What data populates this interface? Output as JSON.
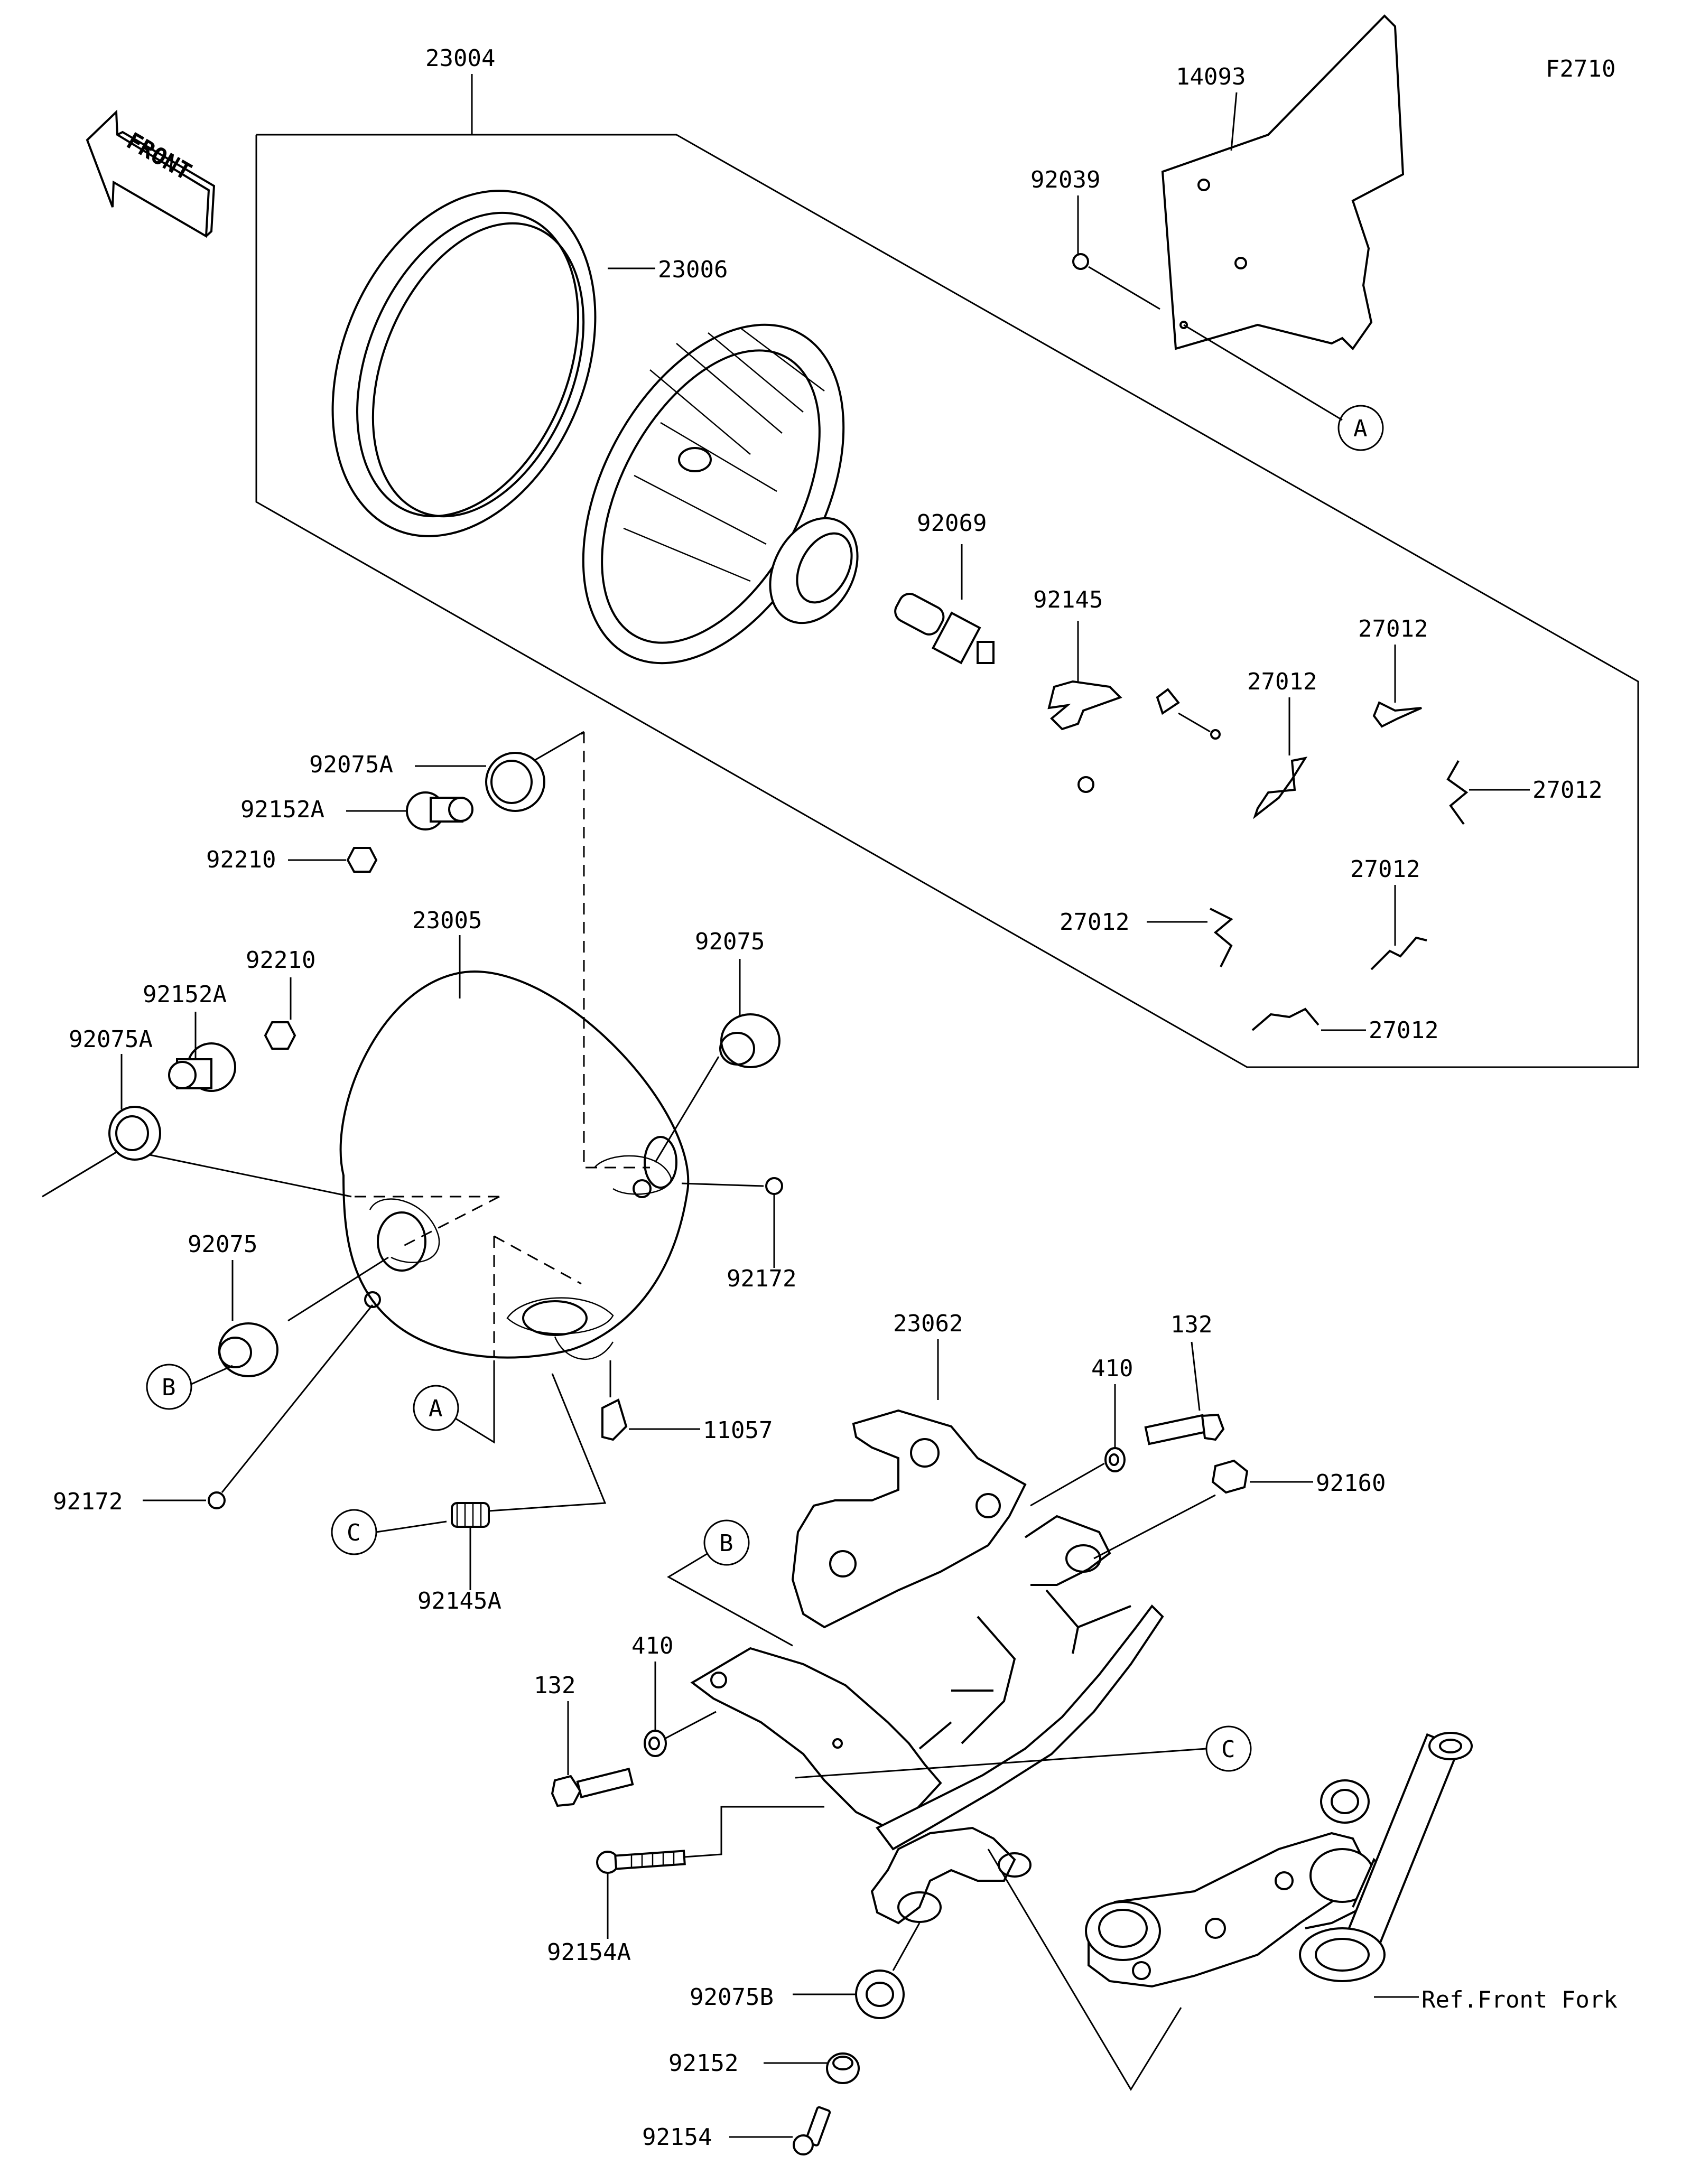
{
  "figure_code": "F2710",
  "front_arrow_label": "FRONT",
  "callouts": {
    "c_23004": "23004",
    "c_14093": "14093",
    "c_23006": "23006",
    "c_92039": "92039",
    "c_A_top": "A",
    "c_92069": "92069",
    "c_92145": "92145",
    "c_27012_a": "27012",
    "c_27012_b": "27012",
    "c_27012_c": "27012",
    "c_27012_d": "27012",
    "c_27012_e": "27012",
    "c_27012_f": "27012",
    "c_92075A_top": "92075A",
    "c_92152A_top": "92152A",
    "c_92210_top": "92210",
    "c_23005": "23005",
    "c_92210_mid": "92210",
    "c_92152A_mid": "92152A",
    "c_92075A_mid": "92075A",
    "c_92075_right": "92075",
    "c_92172_right": "92172",
    "c_92075_left": "92075",
    "c_B_left": "B",
    "c_A_mid": "A",
    "c_11057": "11057",
    "c_92172_left": "92172",
    "c_C_left": "C",
    "c_92145A": "92145A",
    "c_23062": "23062",
    "c_410_top": "410",
    "c_132_top": "132",
    "c_92160": "92160",
    "c_B_bracket": "B",
    "c_410_bot": "410",
    "c_132_bot": "132",
    "c_C_bracket": "C",
    "c_92154A": "92154A",
    "c_92075B": "92075B",
    "c_92152": "92152",
    "c_92154": "92154",
    "c_ref_front_fork": "Ref.Front Fork"
  }
}
